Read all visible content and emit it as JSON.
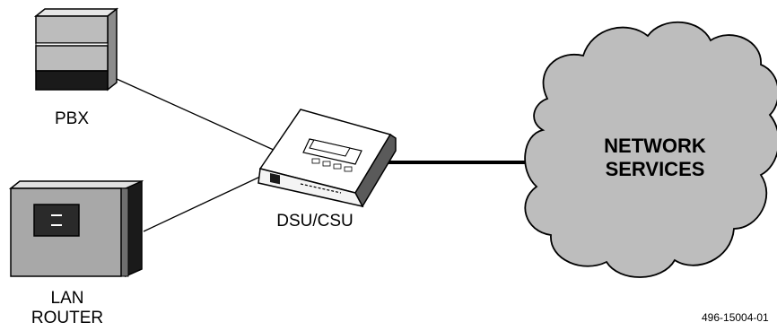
{
  "diagram": {
    "devices": {
      "pbx": {
        "label": "PBX"
      },
      "router": {
        "label_line1": "LAN",
        "label_line2": "ROUTER"
      },
      "dsu_csu": {
        "label": "DSU/CSU"
      },
      "cloud": {
        "label_line1": "NETWORK",
        "label_line2": "SERVICES"
      }
    },
    "figure_id": "496-15004-01",
    "colors": {
      "line": "#000000",
      "cloud_fill": "#bdbdbd",
      "device_light": "#d9d9d9",
      "device_mid": "#a0a0a0",
      "device_dark": "#1a1a1a"
    }
  }
}
